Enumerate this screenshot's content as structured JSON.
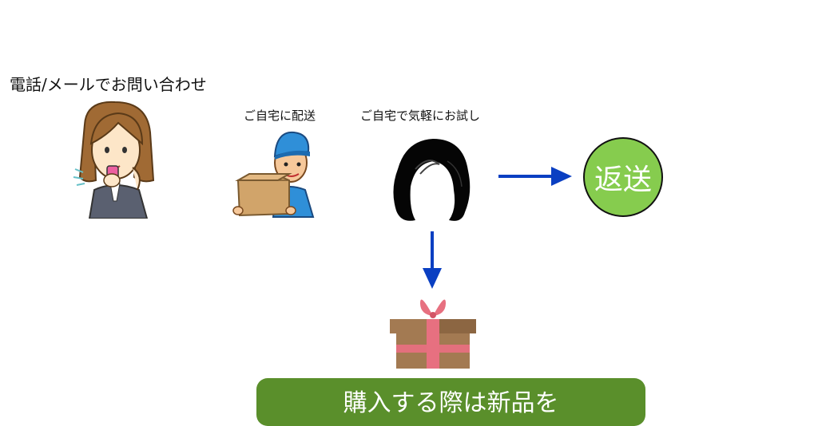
{
  "steps": {
    "contact_label": "電話/メールでお問い合わせ",
    "delivery_label": "ご自宅に配送",
    "tryon_label": "ご自宅で気軽にお試し",
    "return_label": "返送"
  },
  "cta": {
    "label": "購入する際は新品を"
  },
  "colors": {
    "arrow": "#0a3fc2",
    "return_circle": "#86cc4e",
    "cta_bg": "#5a8f2b",
    "box": "#d1a46a",
    "gift": "#a37a52",
    "ribbon": "#e77080",
    "uniform": "#2f8fd8"
  },
  "icons": [
    "woman-phone-icon",
    "delivery-man-icon",
    "wig-icon",
    "gift-box-icon"
  ]
}
